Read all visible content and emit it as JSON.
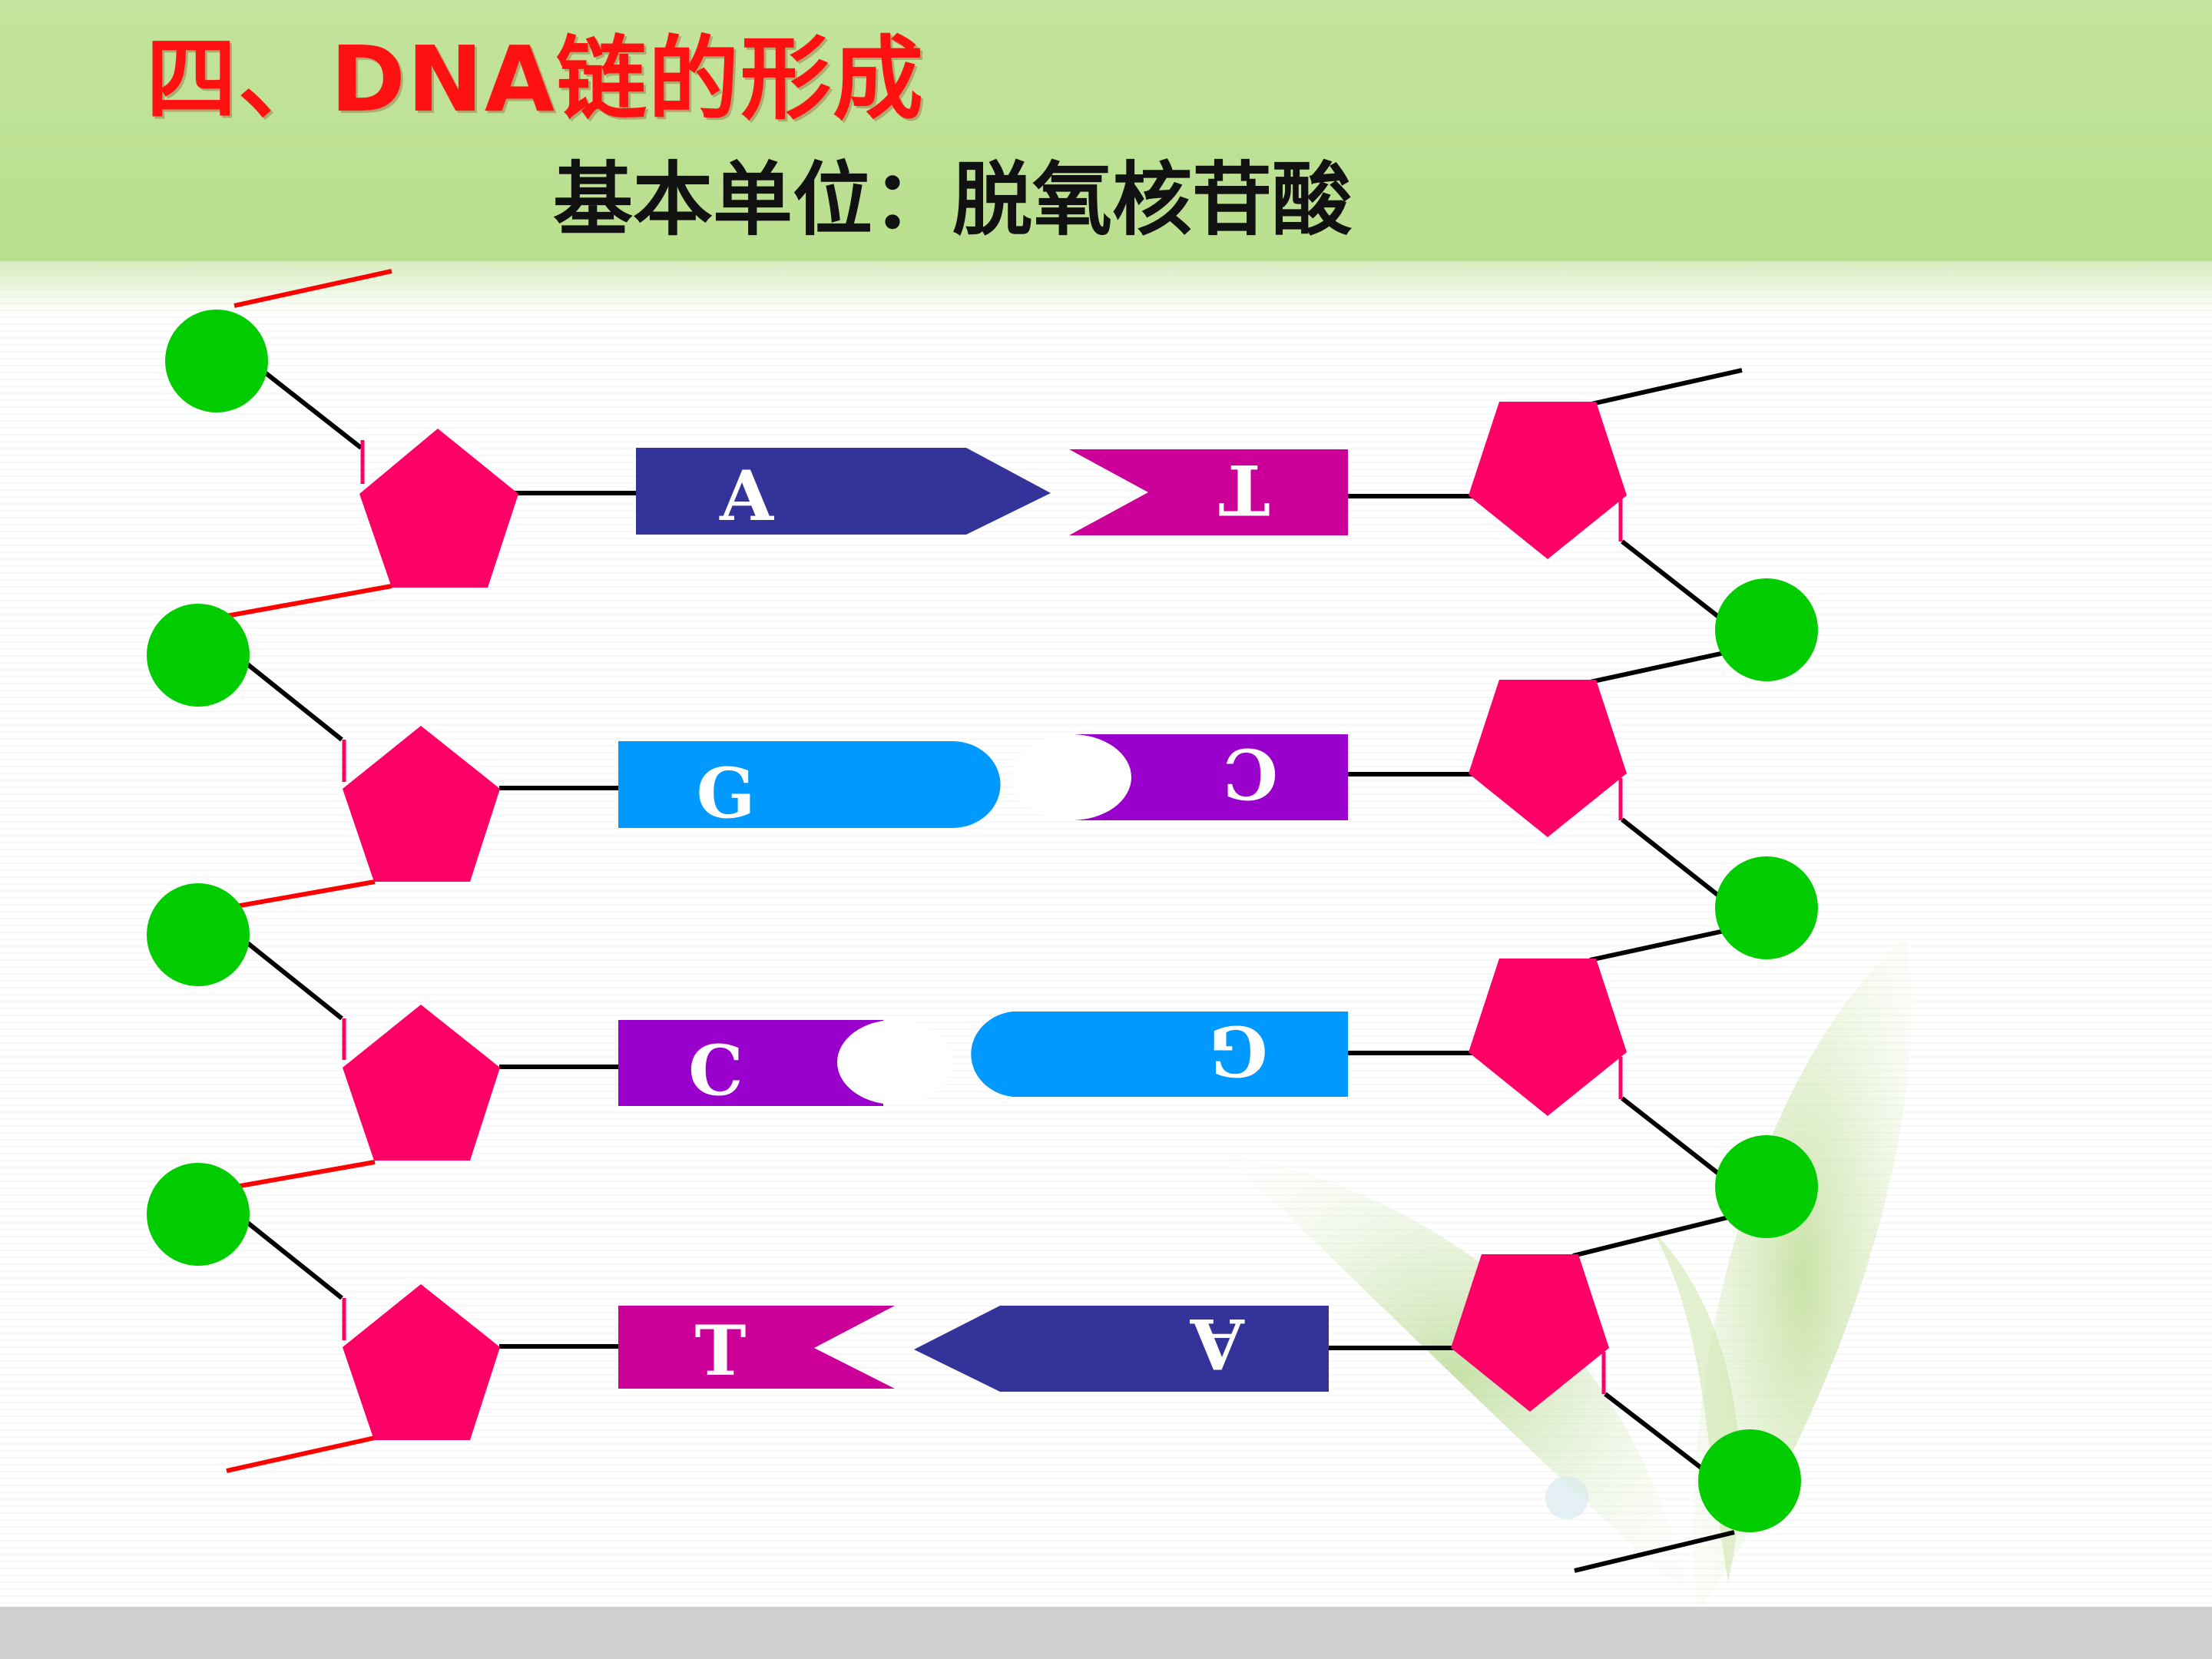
{
  "slide": {
    "title": "四、DNA链的形成",
    "subtitle": "基本单位：脱氧核苷酸"
  },
  "diagram": {
    "left_strand_bases": [
      "A",
      "G",
      "C",
      "T"
    ],
    "right_strand_bases": [
      "T",
      "C",
      "G",
      "A"
    ],
    "colors": {
      "phosphate": "#00cc00",
      "deoxyribose": "#ff0066",
      "adenine": "#333399",
      "thymine": "#cc0099",
      "guanine": "#0099ff",
      "cytosine": "#9900cc",
      "backbone_bond": "#ff0000",
      "bond": "#000000",
      "header_band": "#bde08f",
      "title_text": "#ff1111"
    }
  }
}
